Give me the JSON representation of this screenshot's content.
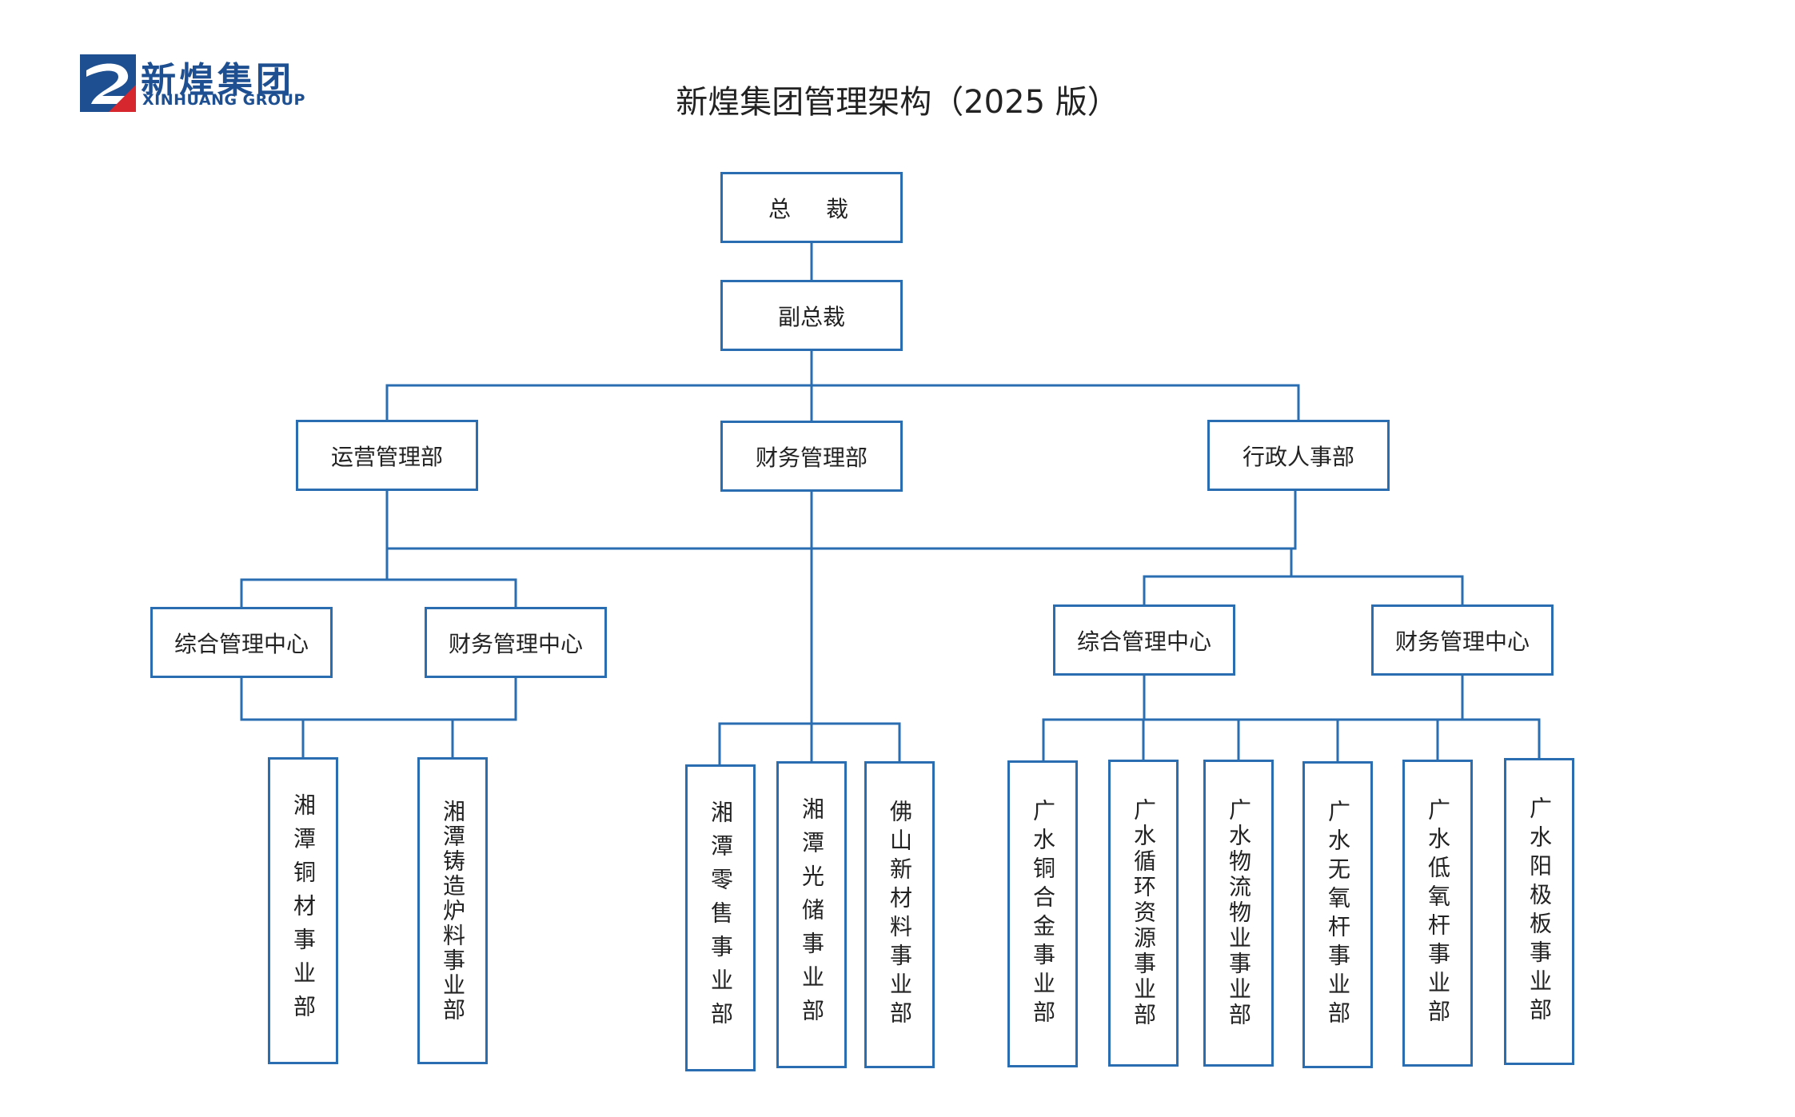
{
  "logo": {
    "cn": "新煌集团",
    "en": "XINHUANG GROUP",
    "icon": "xinhuang-logo-icon",
    "colors": {
      "blue": "#1d4f91",
      "red": "#d6262e"
    }
  },
  "title": "新煌集团管理架构（2025 版）",
  "line_color": "#2a6db0",
  "nodes": {
    "ceo": "总　裁",
    "vp": "副总裁",
    "ops": "运营管理部",
    "finance": "财务管理部",
    "admin": "行政人事部",
    "left_general": "综合管理中心",
    "left_finance": "财务管理中心",
    "right_general": "综合管理中心",
    "right_finance": "财务管理中心",
    "xt_copper": "湘潭铜材事业部",
    "xt_casting": "湘潭铸造炉料事业部",
    "xt_retail": "湘潭零售事业部",
    "xt_pv_storage": "湘潭光储事业部",
    "fs_new_material": "佛山新材料事业部",
    "gs_copper_alloy": "广水铜合金事业部",
    "gs_recycling": "广水循环资源事业部",
    "gs_logistics": "广水物流物业事业部",
    "gs_oxygen_free": "广水无氧杆事业部",
    "gs_low_oxygen": "广水低氧杆事业部",
    "gs_anode": "广水阳极板事业部"
  }
}
